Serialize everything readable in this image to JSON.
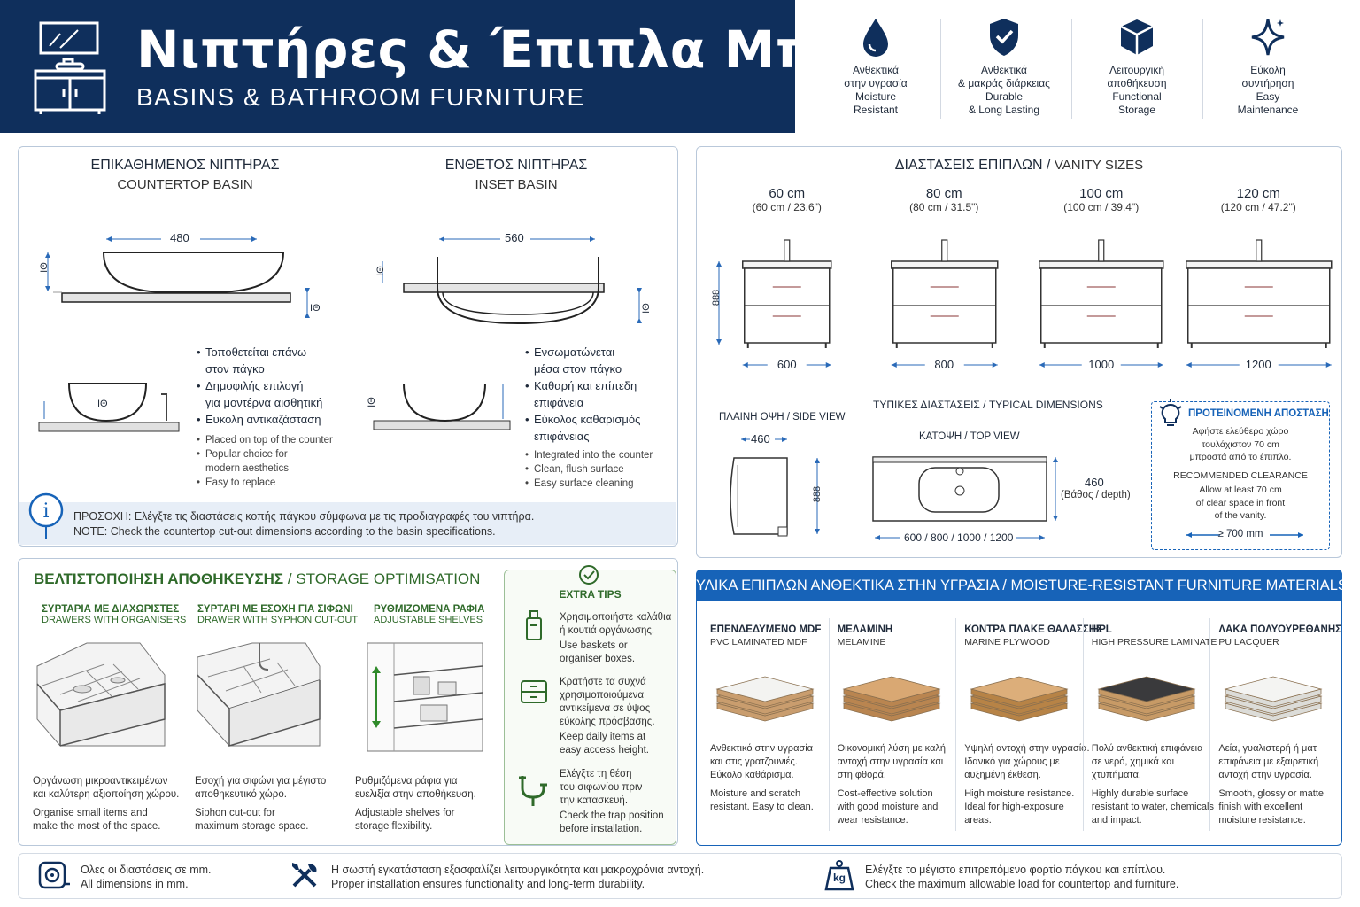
{
  "header": {
    "title": "Νιπτήρες & Έπιπλα Μπάνιου",
    "subtitle": "BASINS & BATHROOM FURNITURE",
    "icon": "vanity-cabinet-icon"
  },
  "features": [
    {
      "icon": "water-drop-icon",
      "gr1": "Ανθεκτικά",
      "gr2": "στην υγρασία",
      "en1": "Moisture",
      "en2": "Resistant"
    },
    {
      "icon": "shield-check-icon",
      "gr1": "Ανθεκτικά",
      "gr2": "& μακράς διάρκειας",
      "en1": "Durable",
      "en2": "& Long Lasting"
    },
    {
      "icon": "box-icon",
      "gr1": "Λειτουργική",
      "gr2": "αποθήκευση",
      "en1": "Functional",
      "en2": "Storage"
    },
    {
      "icon": "sparkle-icon",
      "gr1": "Εύκολη",
      "gr2": "συντήρηση",
      "en1": "Easy",
      "en2": "Maintenance"
    }
  ],
  "basins": {
    "countertop": {
      "title_gr": "ΕΠΙΚΑΘΗΜΕΝΟΣ ΝΙΠΤΗΡΑΣ",
      "title_en": "COUNTERTOP BASIN",
      "width": "480",
      "height_a": "ΙΘ",
      "height_b": "ΙΘ",
      "inner": "ΙΘ",
      "bullets_gr": [
        "Τοποθετείται επάνω",
        "στον πάγκο",
        "Δημοφιλής επιλογή",
        "για μοντέρνα αισθητική",
        "Ευκολη αντικαζάσταση"
      ],
      "bullets_en": [
        "Placed on top of the counter",
        "Popular choice for",
        "modern aesthetics",
        "Easy to replace"
      ]
    },
    "inset": {
      "title_gr": "ΕΝΘΕΤΟΣ ΝΙΠΤΗΡΑΣ",
      "title_en": "INSET BASIN",
      "width": "560",
      "height_a": "ΙΘ",
      "height_b": "ΙΘ",
      "inner": "ΙΘ",
      "bullets_gr": [
        "Ενσωματώνεται",
        "μέσα στον πάγκο",
        "Καθαρή και επίπεδη",
        "επιφάνεια",
        "Εύκολος καθαρισμός",
        "επιφάνειας"
      ],
      "bullets_en": [
        "Integrated into the counter",
        "Clean, flush surface",
        "Easy surface cleaning"
      ]
    },
    "note_gr": "ΠΡΟΣΟΧΗ: Ελέγξτε τις διαστάσεις κοπής πάγκου σύμφωνα με τις προδιαγραφές του νιπτήρα.",
    "note_en_label": "NOTE:",
    "note_en": "Check the countertop cut-out dimensions according to the basin specifications.",
    "note_icon": "info-icon"
  },
  "vanity": {
    "title_gr": "ΔΙΑΣΤΑΣΕΙΣ ΕΠΙΠΛΩΝ",
    "title_en": "VANITY SIZES",
    "height_label": "888",
    "sizes": [
      {
        "cm": "60 cm",
        "sub": "(60 cm / 23.6\")",
        "mm": "600"
      },
      {
        "cm": "80 cm",
        "sub": "(80 cm / 31.5\")",
        "mm": "800"
      },
      {
        "cm": "100 cm",
        "sub": "(100 cm / 39.4\")",
        "mm": "1000"
      },
      {
        "cm": "120 cm",
        "sub": "(120 cm / 47.2\")",
        "mm": "1200"
      }
    ],
    "side_view_gr": "ΠΛΑΙΝΗ ΟΨΗ",
    "side_view_en": "SIDE VIEW",
    "side_width": "460",
    "side_height": "888",
    "typical_gr": "ΤΥΠΙΚΕΣ ΔΙΑΣΤΑΣΕΙΣ",
    "typical_en": "TYPICAL DIMENSIONS",
    "top_view_gr": "ΚΑΤΟΨΗ",
    "top_view_en": "TOP VIEW",
    "depth": "460",
    "depth_label": "(Βάθος / depth)",
    "widths": "600 / 800 / 1000 / 1200",
    "clearance": {
      "icon": "lightbulb-icon",
      "title": "ΠΡΟΤΕΙΝΟΜΕΝΗ ΑΠΟΣΤΑΣΗ",
      "gr": [
        "Αφήστε ελεύθερο χώρο",
        "τουλάχιστον 70 cm",
        "μπροστά από το έπιπλο."
      ],
      "en_title": "RECOMMENDED CLEARANCE",
      "en": [
        "Allow at least 70 cm",
        "of clear space in front",
        "of the vanity."
      ],
      "value": "≥ 700 mm"
    }
  },
  "storage": {
    "title_gr": "ΒΕΛΤΙΣΤΟΠΟΙΗΣΗ ΑΠΟΘΗΚΕΥΣΗΣ",
    "title_en": "STORAGE OPTIMISATION",
    "columns": [
      {
        "h": "ΣΥΡΤΑΡΙΑ ΜΕ ΔΙΑΧΩΡΙΣΤΕΣ",
        "s": "DRAWERS WITH ORGANISERS",
        "gr": [
          "Οργάνωση μικροαντικειμένων",
          "και καλύτερη αξιοποίηση χώρου."
        ],
        "en": [
          "Organise small items and",
          "make the most of the space."
        ]
      },
      {
        "h": "ΣΥΡΤΑΡΙ ΜΕ ΕΣΟΧΗ ΓΙΑ ΣΙΦΩΝΙ",
        "s": "DRAWER WITH SYPHON CUT-OUT",
        "gr": [
          "Εσοχή για σιφώνι για μέγιστο",
          "αποθηκευτικό χώρο."
        ],
        "en": [
          "Siphon cut-out for",
          "maximum storage space."
        ]
      },
      {
        "h": "ΡΥΘΜΙΖΟΜΕΝΑ ΡΑΦΙΑ",
        "s": "ADJUSTABLE SHELVES",
        "gr": [
          "Ρυθμιζόμενα ράφια για",
          "ευελιξία στην αποθήκευση."
        ],
        "en": [
          "Adjustable shelves for",
          "storage flexibility."
        ]
      }
    ],
    "tips": {
      "title": "EXTRA TIPS",
      "items": [
        {
          "icon": "basket-icon",
          "gr": [
            "Χρησιμοποιήστε καλάθια",
            "ή κουτιά οργάνωσης."
          ],
          "en": [
            "Use baskets or",
            "organiser boxes."
          ]
        },
        {
          "icon": "drawer-icon",
          "gr": [
            "Κρατήστε τα συχνά",
            "χρησιμοποιούμενα",
            "αντικείμενα σε ύψος",
            "εύκολης πρόσβασης."
          ],
          "en": [
            "Keep daily items at",
            "easy access height."
          ]
        },
        {
          "icon": "pipe-trap-icon",
          "gr": [
            "Ελέγξτε τη θέση",
            "του σιφωνίου πριν",
            "την κατασκευή."
          ],
          "en": [
            "Check the trap position",
            "before installation."
          ]
        }
      ]
    }
  },
  "materials": {
    "title": "ΥΛΙΚΑ ΕΠΙΠΛΩΝ ΑΝΘΕΚΤΙΚΑ ΣΤΗΝ ΥΓΡΑΣΙΑ / MOISTURE-RESISTANT FURNITURE MATERIALS",
    "items": [
      {
        "h": "ΕΠΕΝΔΕΔΥΜΕΝΟ MDF",
        "s": "PVC LAMINATED MDF",
        "top": "#f3f3f1",
        "side": "#c99d6e",
        "gr": [
          "Ανθεκτικό στην υγρασία",
          "και στις γρατζουνιές.",
          "Εύκολο καθάρισμα."
        ],
        "en": [
          "Moisture and scratch",
          "resistant. Easy to clean."
        ]
      },
      {
        "h": "ΜΕΛΑΜΙΝΗ",
        "s": "MELAMINE",
        "top": "#d9a873",
        "side": "#b98550",
        "gr": [
          "Οικονομική λύση με καλή",
          "αντοχή στην υγρασία και",
          "στη φθορά."
        ],
        "en": [
          "Cost-effective solution",
          "with good moisture and",
          "wear resistance."
        ]
      },
      {
        "h": "ΚΟΝΤΡΑ ΠΛΑΚΕ ΘΑΛΑΣΣΗΣ",
        "s": "MARINE PLYWOOD",
        "top": "#dcae7a",
        "side": "#b78346",
        "gr": [
          "Υψηλή αντοχή στην υγρασία.",
          "Ιδανικό για χώρους με",
          "αυξημένη έκθεση."
        ],
        "en": [
          "High moisture resistance.",
          "Ideal for high-exposure",
          "areas."
        ]
      },
      {
        "h": "HPL",
        "s": "HIGH PRESSURE LAMINATE",
        "top": "#3a3a3c",
        "side": "#c79a66",
        "gr": [
          "Πολύ ανθεκτική επιφάνεια",
          "σε νερό, χημικά και",
          "χτυπήματα."
        ],
        "en": [
          "Highly durable surface",
          "resistant to water, chemicals",
          "and impact."
        ]
      },
      {
        "h": "ΛΑΚΑ ΠΟΛΥΟΥΡΕΘΑΝΗΣ",
        "s": "PU LACQUER",
        "top": "#f4f4f2",
        "side": "#dcdcd8",
        "gr": [
          "Λεία, γυαλιστερή ή ματ",
          "επιφάνεια με εξαιρετική",
          "αντοχή στην υγρασία."
        ],
        "en": [
          "Smooth, glossy or matte",
          "finish with excellent",
          "moisture resistance."
        ]
      }
    ]
  },
  "footer": [
    {
      "icon": "tape-measure-icon",
      "gr": "Ολες οι διαστάσεις σε mm.",
      "en": "All dimensions in mm."
    },
    {
      "icon": "tools-icon",
      "gr": "Η σωστή εγκατάσταση εξασφαλίζει λειτουργικότητα και μακροχρόνια αντοχή.",
      "en": "Proper installation ensures functionality and long-term durability."
    },
    {
      "icon": "weight-kg-icon",
      "gr": "Ελέγξτε το μέγιστο επιτρεπόμενο φορτίο πάγκου και επίπλου.",
      "en": "Check the maximum allowable load for countertop and furniture.",
      "badge": "kg"
    }
  ],
  "colors": {
    "navy": "#0f2f5c",
    "blue": "#1763b8",
    "green": "#2f6a2a",
    "border": "#b9c8da"
  }
}
